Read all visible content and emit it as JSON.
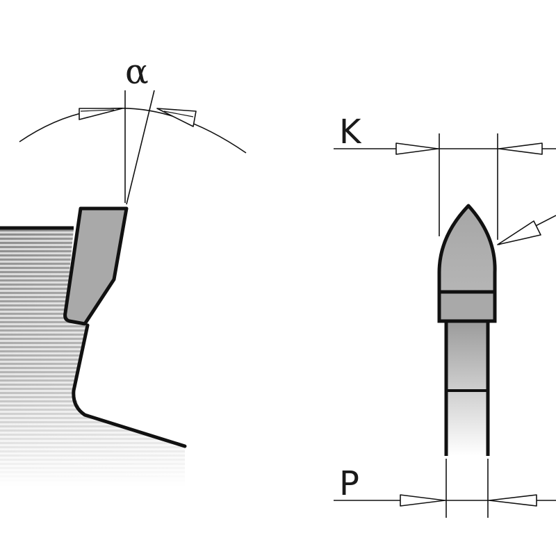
{
  "labels": {
    "alpha": "α",
    "k": "K",
    "p": "P"
  },
  "colors": {
    "stroke": "#111111",
    "tooth_fill": "#a9a9a9",
    "blade_fill": "#b8b8b8",
    "background": "#ffffff"
  }
}
